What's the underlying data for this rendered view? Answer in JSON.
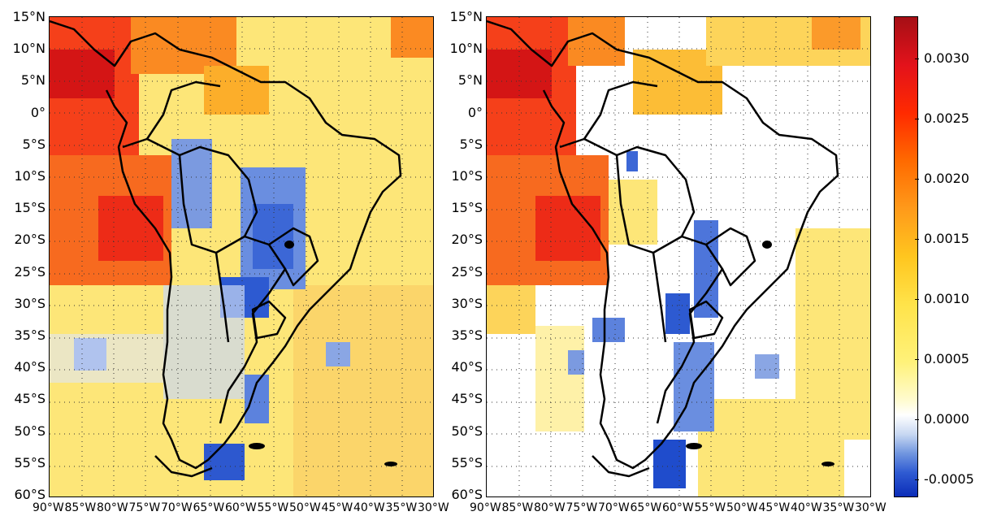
{
  "maps": [
    {
      "name": "left",
      "y_ticks": [
        "15°N",
        "10°N",
        "5°N",
        "0°",
        "5°S",
        "10°S",
        "15°S",
        "20°S",
        "25°S",
        "30°S",
        "35°S",
        "40°S",
        "45°S",
        "50°S",
        "55°S",
        "60°S"
      ],
      "x_ticks": [
        "90°W",
        "85°W",
        "80°W",
        "75°W",
        "70°W",
        "65°W",
        "60°W",
        "55°W",
        "50°W",
        "45°W",
        "40°W",
        "35°W",
        "30°W"
      ],
      "lon_range": [
        -90,
        -30
      ],
      "lat_range": [
        -60,
        15
      ],
      "grid": "dotted"
    },
    {
      "name": "right",
      "y_ticks": [
        "15°N",
        "10°N",
        "5°N",
        "0°",
        "5°S",
        "10°S",
        "15°S",
        "20°S",
        "25°S",
        "30°S",
        "35°S",
        "40°S",
        "45°S",
        "50°S",
        "55°S",
        "60°S"
      ],
      "x_ticks": [
        "90°W",
        "85°W",
        "80°W",
        "75°W",
        "70°W",
        "65°W",
        "60°W",
        "55°W",
        "50°W",
        "45°W",
        "40°W",
        "35°W",
        "30°W"
      ],
      "lon_range": [
        -90,
        -30
      ],
      "lat_range": [
        -60,
        15
      ],
      "grid": "dotted",
      "masked": "non-significant cells shown white"
    }
  ],
  "colorbar": {
    "ticks": [
      "0.0030",
      "0.0025",
      "0.0020",
      "0.0015",
      "0.0010",
      "0.0005",
      "0.0000",
      "-0.0005"
    ],
    "range": [
      -0.00065,
      0.00335
    ],
    "colors": {
      "max": "#a50f15",
      "high": "#ff2a00",
      "mid": "#ffc61f",
      "low": "#fff27a",
      "zero": "#ffffff",
      "neg": "#2f5bd2",
      "min": "#0b2db8"
    }
  }
}
